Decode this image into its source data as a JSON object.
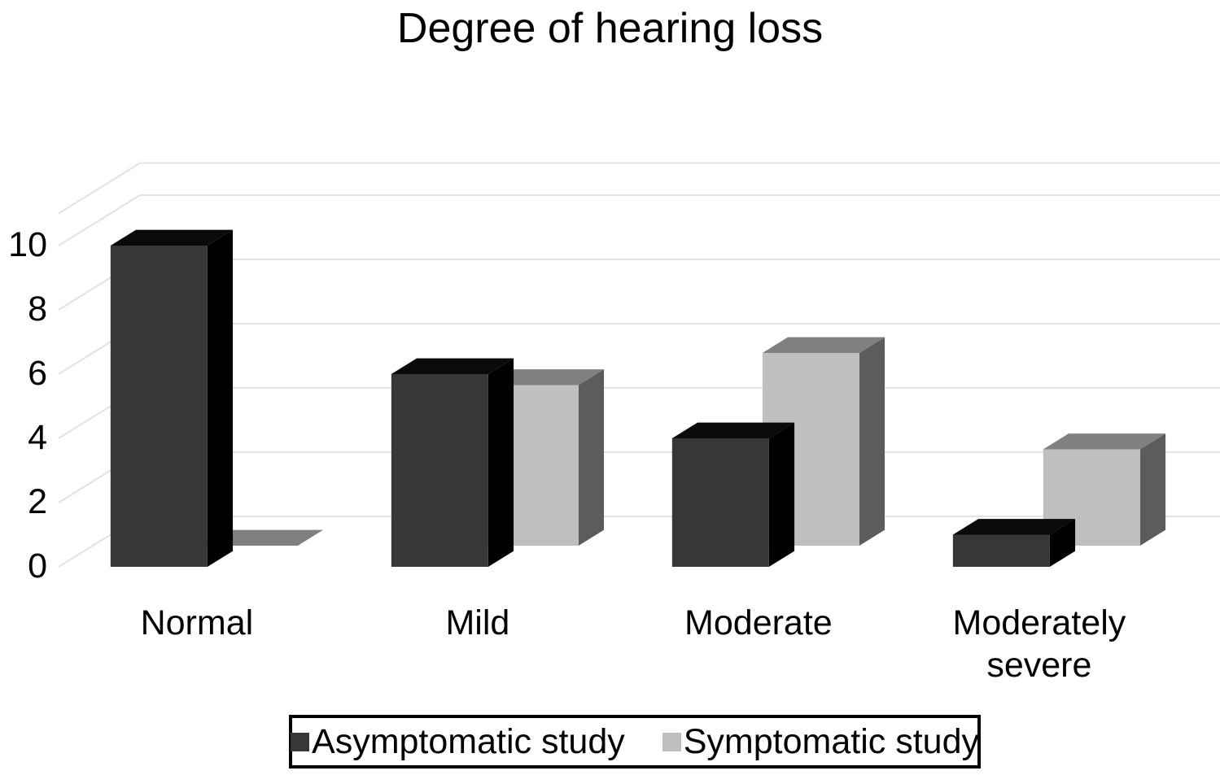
{
  "chart_data": {
    "type": "bar",
    "title": "Degree of hearing loss",
    "xlabel": "",
    "ylabel": "",
    "categories": [
      "Normal",
      "Mild",
      "Moderate",
      "Moderately\nsevere"
    ],
    "series": [
      {
        "name": "Asymptomatic study",
        "color": "#373737",
        "values": [
          10,
          6,
          4,
          1
        ]
      },
      {
        "name": "Symptomatic study",
        "color": "#BFBFBF",
        "values": [
          0,
          5,
          6,
          3
        ]
      }
    ],
    "yticks": [
      0,
      2,
      4,
      6,
      8,
      10
    ],
    "ylim": [
      0,
      11
    ],
    "grid": true,
    "style": "3d-column",
    "legend_position": "bottom"
  },
  "axis": {
    "y_tick_labels": [
      "10",
      "8",
      "6",
      "4",
      "2",
      "0"
    ]
  },
  "legend": {
    "entries": [
      {
        "label": "Asymptomatic study",
        "swatch_color": "#373737"
      },
      {
        "label": "Symptomatic study",
        "swatch_color": "#BFBFBF"
      }
    ]
  },
  "colors": {
    "asymptomatic_front": "#373737",
    "asymptomatic_side": "#000000",
    "asymptomatic_top": "#0A0A0A",
    "symptomatic_front": "#BFBFBF",
    "symptomatic_side": "#5C5C5C",
    "symptomatic_top": "#808080",
    "gridline": "#E3E3E3",
    "background": "#FFFFFF",
    "text": "#000000"
  }
}
